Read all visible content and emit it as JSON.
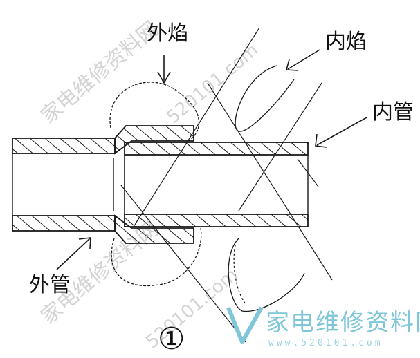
{
  "labels": {
    "outer_flame": "外焰",
    "inner_flame": "内焰",
    "inner_tube": "内管",
    "outer_tube": "外管",
    "figure_number": "①"
  },
  "watermark": {
    "text": "家电维修资料网",
    "domain": "520101.com",
    "url": "www.520101.com"
  },
  "colors": {
    "line": "#1a1a1a",
    "watermark": "#cfcfcf",
    "brand": "#7fc7d8"
  }
}
